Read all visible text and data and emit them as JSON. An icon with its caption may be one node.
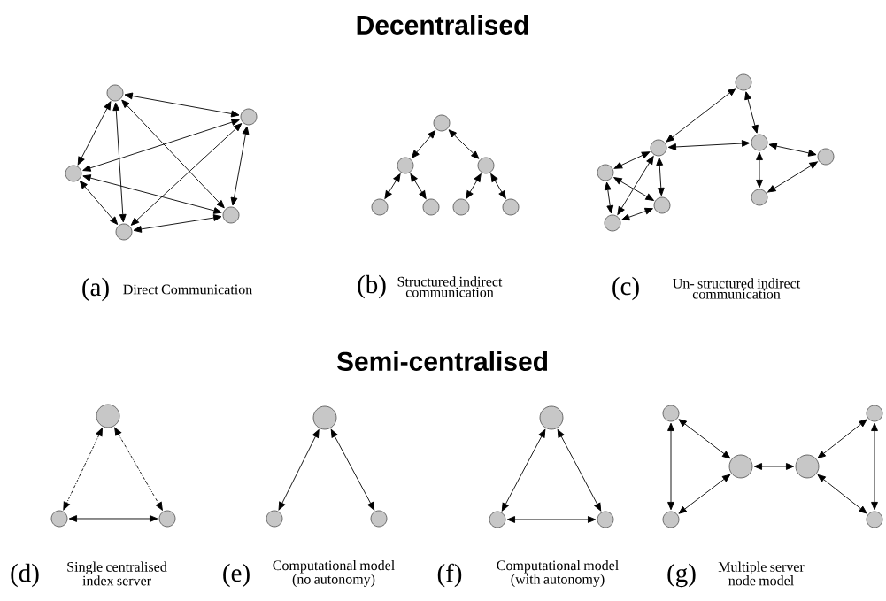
{
  "diagram": {
    "nodes": [
      {
        "text": [],
        "shape": "circle"
      },
      {
        "text": [],
        "shape": "circle"
      },
      {
        "text": [],
        "shape": "circle"
      },
      {
        "text": [],
        "shape": "circle"
      },
      {
        "text": [],
        "shape": "circle"
      },
      {
        "text": [],
        "shape": "circle"
      },
      {
        "text": [],
        "shape": "circle"
      },
      {
        "text": [],
        "shape": "circle"
      },
      {
        "text": [],
        "shape": "circle"
      },
      {
        "text": [],
        "shape": "circle"
      },
      {
        "text": [],
        "shape": "circle"
      },
      {
        "text": [],
        "shape": "circle"
      },
      {
        "text": [],
        "shape": "circle"
      },
      {
        "text": [],
        "shape": "circle"
      },
      {
        "text": [],
        "shape": "circle"
      },
      {
        "text": [],
        "shape": "circle"
      },
      {
        "text": [],
        "shape": "circle"
      },
      {
        "text": [],
        "shape": "circle"
      },
      {
        "text": [],
        "shape": "circle"
      },
      {
        "text": [],
        "shape": "circle"
      },
      {
        "text": [],
        "shape": "circle"
      },
      {
        "text": [],
        "shape": "circle"
      },
      {
        "text": [],
        "shape": "circle"
      },
      {
        "text": [],
        "shape": "circle"
      },
      {
        "text": [],
        "shape": "circle"
      },
      {
        "text": [],
        "shape": "circle"
      },
      {
        "text": [],
        "shape": "circle"
      },
      {
        "text": [],
        "shape": "circle"
      },
      {
        "text": [],
        "shape": "circle"
      },
      {
        "text": [],
        "shape": "circle"
      },
      {
        "text": [],
        "shape": "circle"
      },
      {
        "text": [],
        "shape": "circle"
      },
      {
        "text": [],
        "shape": "circle"
      },
      {
        "text": [],
        "shape": "circle"
      },
      {
        "text": [],
        "shape": "circle"
      }
    ],
    "edges": [
      {
        "from": 0,
        "to": 1,
        "arrow": "both"
      },
      {
        "from": 0,
        "to": 2,
        "arrow": "both"
      },
      {
        "from": 0,
        "to": 3,
        "arrow": "both"
      },
      {
        "from": 0,
        "to": 4,
        "arrow": "both"
      },
      {
        "from": 1,
        "to": 2,
        "arrow": "both"
      },
      {
        "from": 1,
        "to": 3,
        "arrow": "both"
      },
      {
        "from": 1,
        "to": 4,
        "arrow": "both"
      },
      {
        "from": 2,
        "to": 3,
        "arrow": "both"
      },
      {
        "from": 2,
        "to": 4,
        "arrow": "both"
      },
      {
        "from": 3,
        "to": 4,
        "arrow": "both"
      },
      {
        "from": 5,
        "to": 6,
        "arrow": "both"
      },
      {
        "from": 5,
        "to": 7,
        "arrow": "both"
      },
      {
        "from": 6,
        "to": 8,
        "arrow": "both"
      },
      {
        "from": 6,
        "to": 9,
        "arrow": "both"
      },
      {
        "from": 7,
        "to": 10,
        "arrow": "both"
      },
      {
        "from": 7,
        "to": 11,
        "arrow": "both"
      },
      {
        "from": 12,
        "to": 13,
        "arrow": "both"
      },
      {
        "from": 12,
        "to": 14,
        "arrow": "both"
      },
      {
        "from": 14,
        "to": 13,
        "arrow": "both"
      },
      {
        "from": 13,
        "to": 15,
        "arrow": "both"
      },
      {
        "from": 13,
        "to": 16,
        "arrow": "both"
      },
      {
        "from": 13,
        "to": 19,
        "arrow": "both"
      },
      {
        "from": 15,
        "to": 16,
        "arrow": "both"
      },
      {
        "from": 15,
        "to": 19,
        "arrow": "both"
      },
      {
        "from": 19,
        "to": 16,
        "arrow": "both"
      },
      {
        "from": 14,
        "to": 17,
        "arrow": "both"
      },
      {
        "from": 17,
        "to": 18,
        "arrow": "both"
      },
      {
        "from": 14,
        "to": 18,
        "arrow": "both"
      },
      {
        "from": 20,
        "to": 21,
        "arrow": "both",
        "style": "dashed"
      },
      {
        "from": 20,
        "to": 22,
        "arrow": "both",
        "style": "dashed"
      },
      {
        "from": 21,
        "to": 22,
        "arrow": "both"
      },
      {
        "from": 23,
        "to": 24,
        "arrow": "both"
      },
      {
        "from": 23,
        "to": 25,
        "arrow": "both"
      },
      {
        "from": 26,
        "to": 27,
        "arrow": "both"
      },
      {
        "from": 26,
        "to": 28,
        "arrow": "both"
      },
      {
        "from": 27,
        "to": 28,
        "arrow": "both"
      },
      {
        "from": 29,
        "to": 30,
        "arrow": "both"
      },
      {
        "from": 29,
        "to": 31,
        "arrow": "both"
      },
      {
        "from": 30,
        "to": 31,
        "arrow": "both"
      },
      {
        "from": 31,
        "to": 32,
        "arrow": "both"
      },
      {
        "from": 32,
        "to": 33,
        "arrow": "both"
      },
      {
        "from": 32,
        "to": 34,
        "arrow": "both"
      },
      {
        "from": 33,
        "to": 34,
        "arrow": "both"
      }
    ],
    "labels": [
      "Decentralised",
      "(a)",
      "Direct Communication",
      "(b)",
      "Structured indirect communication",
      "(c)",
      "Un- structured indirect communication",
      "Semi-centralised",
      "(d)",
      "Single centralised index server",
      "(e)",
      "Computational model (no autonomy)",
      "(f)",
      "Computational model (with autonomy)",
      "(g)",
      "Multiple server node model"
    ]
  }
}
